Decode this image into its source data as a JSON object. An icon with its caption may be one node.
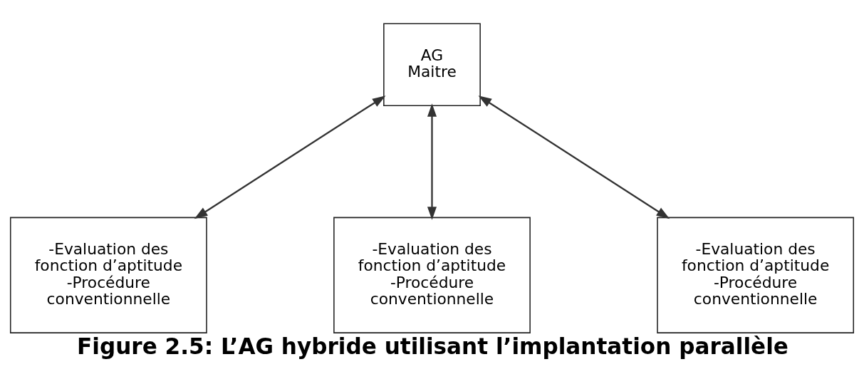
{
  "diagram": {
    "caption": "Figure 2.5: L’AG hybride utilisant l’implantation parallèle",
    "nodes": [
      {
        "text": [
          "AG Maitre"
        ]
      },
      {
        "text": [
          "-Evaluation des fonction d’aptitude",
          "-Procédure conventionnelle"
        ]
      },
      {
        "text": [
          "-Evaluation des fonction d’aptitude",
          "-Procédure conventionnelle"
        ]
      },
      {
        "text": [
          "-Evaluation des fonction d’aptitude",
          "-Procédure conventionnelle"
        ]
      }
    ],
    "edges": [
      {
        "from": 0,
        "to": 1,
        "arrow": "both"
      },
      {
        "from": 0,
        "to": 2,
        "arrow": "both"
      },
      {
        "from": 0,
        "to": 3,
        "arrow": "both"
      }
    ]
  }
}
